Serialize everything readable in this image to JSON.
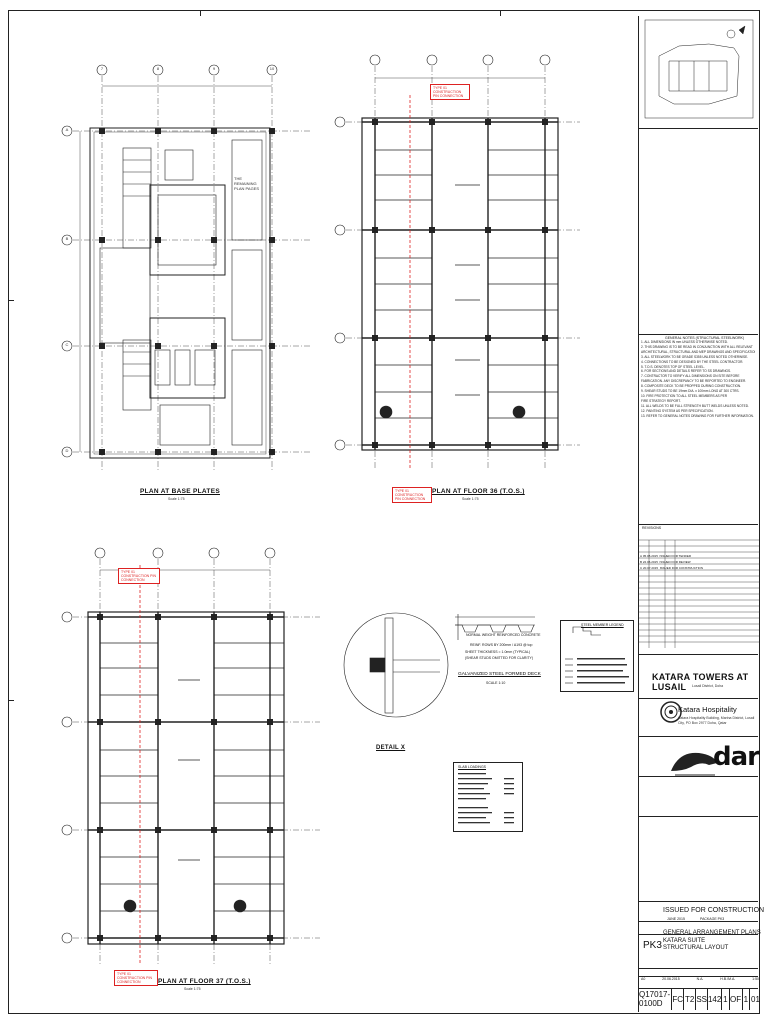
{
  "plans": {
    "base": {
      "title": "PLAN AT BASE PLATES",
      "scale": "Scale 1:75",
      "note": "THE REMAINING PLAN PAGES"
    },
    "floor36": {
      "title": "PLAN AT FLOOR 36 (T.O.S.)",
      "scale": "Scale 1:75",
      "red_note_top": "TYPE 01 CONSTRUCTION PIN CONNECTION",
      "red_note_bottom": "TYPE 01 CONSTRUCTION PIN CONNECTION"
    },
    "floor37": {
      "title": "PLAN AT FLOOR 37 (T.O.S.)",
      "scale": "Scale 1:75",
      "red_note_top": "TYPE 01 CONSTRUCTION PIN CONNECTION",
      "red_note_bottom": "TYPE 01 CONSTRUCTION PIN CONNECTION"
    }
  },
  "grid_labels": {
    "columns": [
      "7",
      "8",
      "9",
      "10"
    ],
    "rows": [
      "A",
      "B",
      "C",
      "D"
    ]
  },
  "detail_x": {
    "title": "DETAIL X"
  },
  "deck": {
    "concrete": "NORMAL WEIGHT REINFORCED CONCRETE",
    "mesh": "REINF. ROWS BY 200mm / A193 @ top",
    "sheet": "SHEET THICKNESS = 1.0mm (TYPICAL)",
    "studs": "(SHEAR STUDS OMITTED FOR CLARITY)",
    "title": "GALVANIZED STEEL FORMED DECK",
    "scale": "SCALE 1:10"
  },
  "legend_box_title": "STEEL MEMBER LEGEND",
  "loads_box_title": "SLAB LOADINGS",
  "title_block": {
    "notes_heading": "GENERAL NOTES (STRUCTURAL STEELWORK)",
    "notes": [
      "1. ALL DIMENSIONS IN mm UNLESS OTHERWISE NOTED.",
      "2. THIS DRAWING IS TO BE READ IN CONJUNCTION WITH ALL RELEVANT",
      "   ARCHITECTURAL, STRUCTURAL AND MEP DRAWINGS AND SPECIFICATIONS.",
      "3. ALL STEELWORK TO BE GRADE S355 UNLESS NOTED OTHERWISE.",
      "4. CONNECTIONS TO BE DESIGNED BY THE STEEL CONTRACTOR.",
      "5. T.O.S. DENOTES TOP OF STEEL LEVEL.",
      "6. FOR SECTIONS AND DETAILS REFER TO SS DRAWINGS.",
      "7. CONTRACTOR TO VERIFY ALL DIMENSIONS ON SITE BEFORE",
      "   FABRICATION. ANY DISCREPANCY TO BE REPORTED TO ENGINEER.",
      "8. COMPOSITE DECK TO BE PROPPED DURING CONSTRUCTION.",
      "9. SHEAR STUDS TO BE 19mm DIA. x 100mm LONG AT 300 CTRS.",
      "10. FIRE PROTECTION TO ALL STEEL MEMBERS AS PER",
      "    FIRE STRATEGY REPORT.",
      "11. ALL WELDS TO BE FULL STRENGTH BUTT WELDS UNLESS NOTED.",
      "12. PAINTING SYSTEM AS PER SPECIFICATION.",
      "13. REFER TO GENERAL NOTES DRAWING FOR FURTHER INFORMATION."
    ],
    "revisions_heading": "REVISIONS",
    "revision_rows": [
      [
        "A",
        "05.05.2015",
        "ISSUED FOR TENDER"
      ],
      [
        "B",
        "22.06.2015",
        "ISSUED FOR REVIEW"
      ],
      [
        "C",
        "20.07.2015",
        "ISSUED FOR CONSTRUCTION"
      ]
    ],
    "project": "KATARA TOWERS AT LUSAIL",
    "project_sub": "Lusail District, Doha",
    "client": "Katara Hospitality",
    "client_address": "Katara Hospitality Building, Marina District, Lusail City, PO Box 2977 Doha, Qatar",
    "consultant": "dar",
    "status": "ISSUED FOR CONSTRUCTION",
    "status_date": "JUNE 2015",
    "package": "PACKAGE PK3",
    "drawing_title": [
      "GENERAL ARRANGEMENT PLANS",
      "KATARA SUITE",
      "STRUCTURAL LAYOUT"
    ],
    "package_code": "PK3",
    "scale_row": [
      "A0",
      "20.06.2015",
      "N.A.",
      "H.B./M.A.",
      "1:50"
    ],
    "drawing_number": [
      "Q17017-0100D",
      "FC",
      "T2",
      "SS",
      "142",
      "1",
      "OF",
      "1",
      "01"
    ]
  },
  "colors": {
    "line": "#222222",
    "red": "#dd2222"
  }
}
